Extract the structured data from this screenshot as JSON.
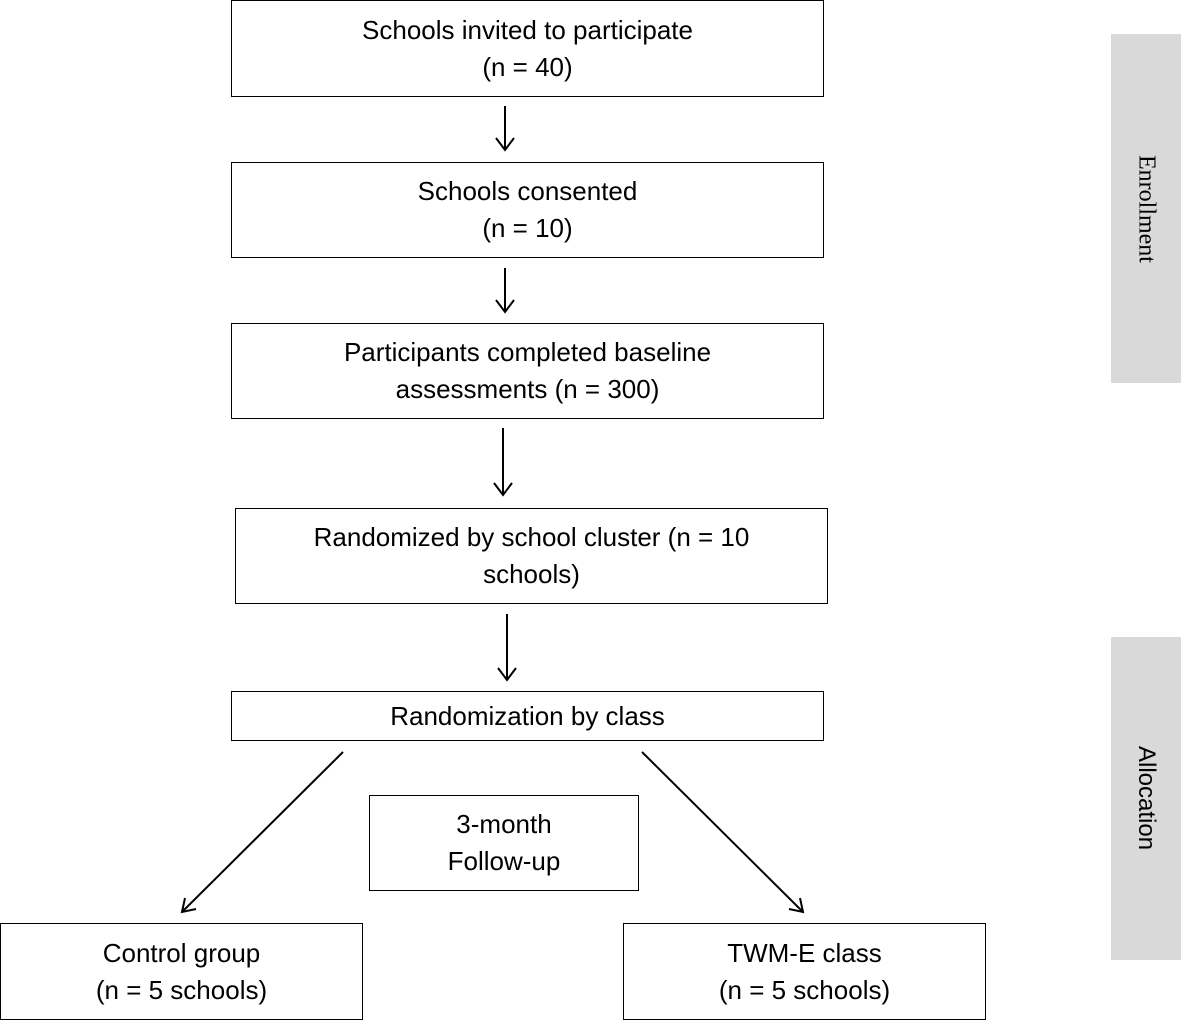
{
  "boxes": {
    "invited": {
      "line1": "Schools invited to participate",
      "line2": "(n = 40)"
    },
    "consented": {
      "line1": "Schools consented",
      "line2": "(n = 10)"
    },
    "baseline": {
      "line1": "Participants completed baseline",
      "line2": "assessments (n = 300)"
    },
    "randomized_school": {
      "line1": "Randomized by school cluster (n = 10",
      "line2": "schools)"
    },
    "randomization_class": {
      "line1": "Randomization by class"
    },
    "followup": {
      "line1": "3-month",
      "line2": "Follow-up"
    },
    "control": {
      "line1": "Control group",
      "line2": "(n = 5 schools)"
    },
    "twme": {
      "line1": "TWM-E class",
      "line2": "(n = 5 schools)"
    }
  },
  "side_labels": {
    "enrollment": "Enrollment",
    "allocation": "Allocation"
  }
}
